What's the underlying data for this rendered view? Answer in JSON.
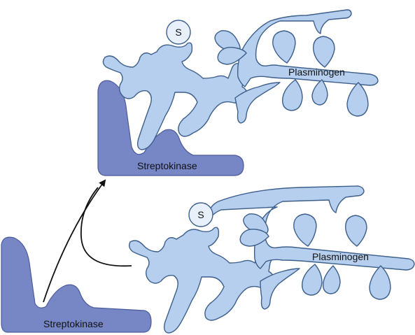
{
  "labels": {
    "top_plasminogen": "Plasminogen",
    "top_streptokinase": "Streptokinase",
    "top_s": "S",
    "bottom_plasminogen": "Plasminogen",
    "bottom_streptokinase": "Streptokinase",
    "bottom_s": "S"
  },
  "colors": {
    "plasminogen_fill": "#b7cfee",
    "plasminogen_stroke": "#3c5f8c",
    "streptokinase_fill": "#7787c6",
    "arrow": "#111111"
  }
}
